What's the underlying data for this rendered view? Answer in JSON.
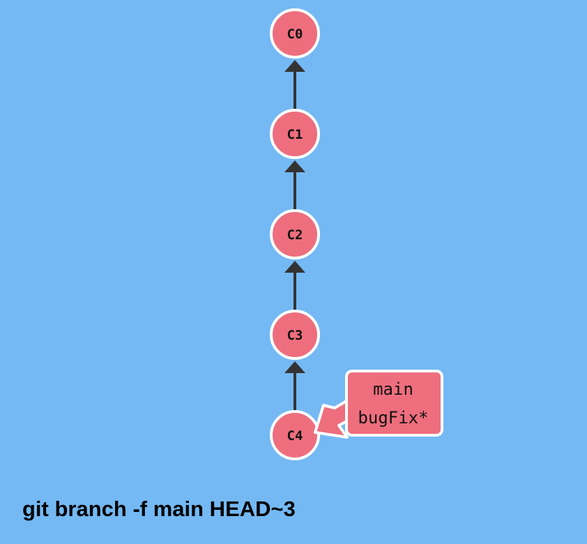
{
  "commits": [
    {
      "id": "C0",
      "parent": null
    },
    {
      "id": "C1",
      "parent": "C0"
    },
    {
      "id": "C2",
      "parent": "C1"
    },
    {
      "id": "C3",
      "parent": "C2"
    },
    {
      "id": "C4",
      "parent": "C3"
    }
  ],
  "branch_label": {
    "target": "C4",
    "lines": [
      "main",
      "bugFix*"
    ]
  },
  "command": "git branch -f main HEAD~3",
  "colors": {
    "background": "#74b9f4",
    "commit_fill": "#ee6e7e",
    "commit_stroke": "#ffffff",
    "edge": "#333333",
    "text": "#111111"
  }
}
